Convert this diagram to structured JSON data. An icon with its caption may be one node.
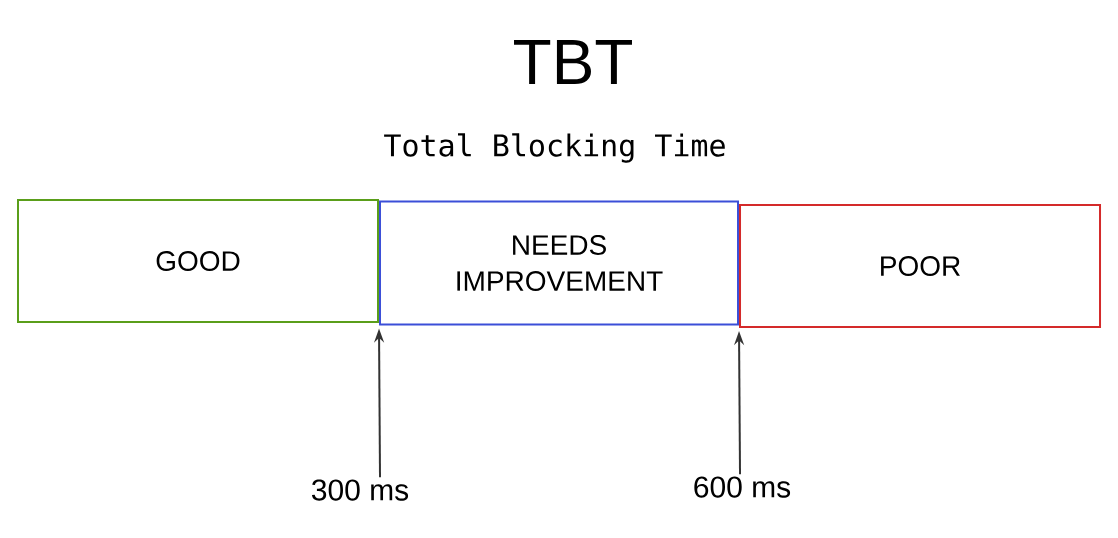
{
  "diagram": {
    "title": "TBT",
    "nodes": [
      {
        "text": [
          "GOOD"
        ]
      },
      {
        "text": [
          "NEEDS IMPROVEMENT"
        ]
      },
      {
        "text": [
          "POOR"
        ]
      },
      {
        "text": [
          "300 ms"
        ]
      },
      {
        "text": [
          "600 ms"
        ]
      }
    ],
    "edges": [
      {
        "from": 3,
        "to": 1,
        "arrow": "to"
      },
      {
        "from": 4,
        "to": 2,
        "arrow": "to"
      }
    ],
    "labels": [
      "Total Blocking Time"
    ]
  }
}
